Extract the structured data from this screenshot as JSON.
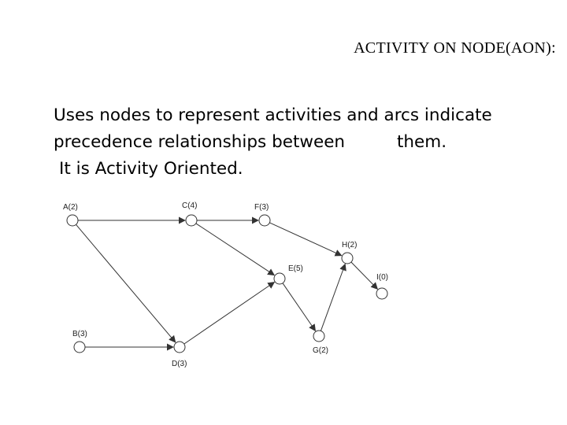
{
  "slide": {
    "title": "ACTIVITY ON NODE(AON):",
    "body_lines": [
      "Uses nodes to represent activities   and arcs indicate",
      "precedence relationships between",
      "them.",
      "It is Activity Oriented."
    ]
  },
  "diagram": {
    "nodes": [
      {
        "id": "A",
        "label": "A(2)"
      },
      {
        "id": "C",
        "label": "C(4)"
      },
      {
        "id": "F",
        "label": "F(3)"
      },
      {
        "id": "H",
        "label": "H(2)"
      },
      {
        "id": "E",
        "label": "E(5)"
      },
      {
        "id": "I",
        "label": "I(0)"
      },
      {
        "id": "B",
        "label": "B(3)"
      },
      {
        "id": "D",
        "label": "D(3)"
      },
      {
        "id": "G",
        "label": "G(2)"
      }
    ],
    "edges": [
      {
        "from": "A",
        "to": "C"
      },
      {
        "from": "A",
        "to": "D"
      },
      {
        "from": "C",
        "to": "F"
      },
      {
        "from": "C",
        "to": "E"
      },
      {
        "from": "F",
        "to": "H"
      },
      {
        "from": "D",
        "to": "E"
      },
      {
        "from": "B",
        "to": "D"
      },
      {
        "from": "E",
        "to": "G"
      },
      {
        "from": "G",
        "to": "H"
      },
      {
        "from": "H",
        "to": "I"
      }
    ],
    "colors": {
      "stroke": "#333333",
      "node_fill": "#ffffff"
    }
  }
}
